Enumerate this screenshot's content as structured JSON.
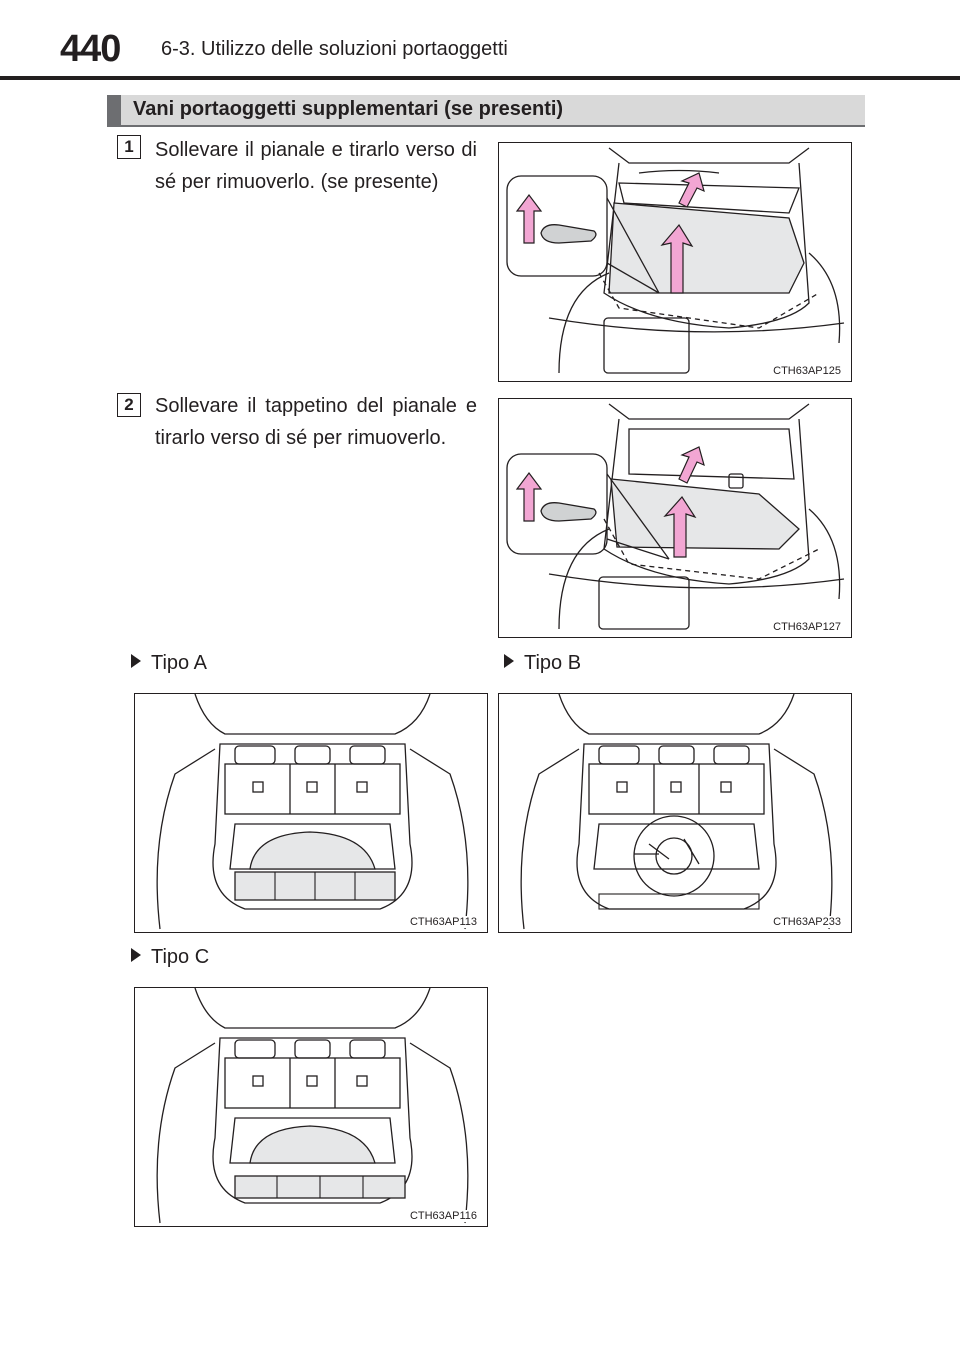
{
  "header": {
    "page_number": "440",
    "section_title": "6-3. Utilizzo delle soluzioni portaoggetti"
  },
  "section": {
    "title": "Vani portaoggetti supplementari (se presenti)"
  },
  "steps": [
    {
      "number": "1",
      "text": "Sollevare il pianale e tirarlo verso di sé per rimuoverlo. (se presente)",
      "figure_code": "CTH63AP125"
    },
    {
      "number": "2",
      "text": "Sollevare il tappetino del pianale e tirarlo verso di sé per rimuoverlo.",
      "figure_code": "CTH63AP127"
    }
  ],
  "variants": [
    {
      "label": "Tipo A",
      "figure_code": "CTH63AP113"
    },
    {
      "label": "Tipo B",
      "figure_code": "CTH63AP233"
    },
    {
      "label": "Tipo C",
      "figure_code": "CTH63AP116"
    }
  ],
  "colors": {
    "arrow_pink": "#f2a6d3",
    "banner_fill": "#d9d9d9",
    "banner_accent": "#6d6e71",
    "panel_shade": "#e6e7e8"
  },
  "icons": [
    "lift-arrow-icon",
    "triangle-bullet-icon"
  ]
}
